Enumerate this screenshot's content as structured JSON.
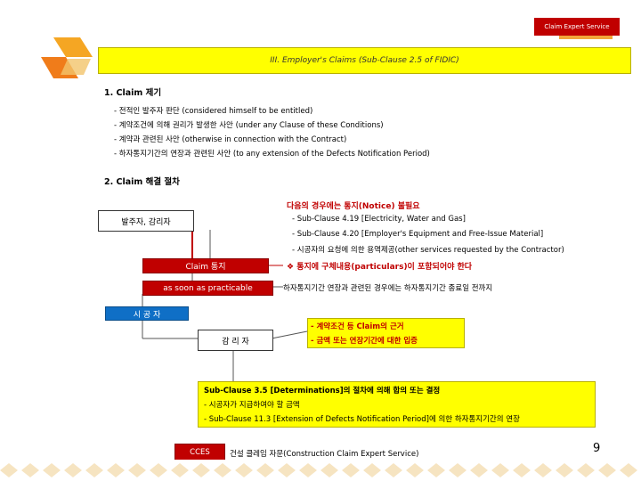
{
  "header": {
    "badge": "Claim Expert Service"
  },
  "title": "III.   Employer's Claims (Sub-Clause 2.5 of FIDIC)",
  "section1": {
    "heading": "1. Claim 제기",
    "items": [
      "- 전적인 발주자 판단 (considered himself to be entitled)",
      "- 계약조건에 의해 권리가 발생한 사안 (under any Clause of these Conditions)",
      "- 계약과 관련된 사안 (otherwise in connection with the Contract)",
      "- 하자통지기간의 연장과 관련된 사안 (to any extension of the Defects Notification Period)"
    ]
  },
  "section2": {
    "heading": "2. Claim 해결 절차",
    "notice_title": "다음의 경우에는 통지(Notice) 불필요",
    "notice_items": [
      "- Sub-Clause 4.19 [Electricity, Water and Gas]",
      "- Sub-Clause 4.20 [Employer's Equipment and Free-Issue Material]",
      "- 시공자의 요청에 의한 용역제공(other services requested by the Contractor)"
    ],
    "employer_box": "발주자, 감리자",
    "claim_notice_box": "Claim 통지",
    "particulars": "❖ 통지에 구체내용(particulars)이 포함되어야 한다",
    "asap_box": "as soon as practicable",
    "dnp_note": "하자통지기간 연장과 관련된 경우에는 하자통지기간 종료일 전까지",
    "contractor_box": "시 공 자",
    "engineer_box": "감 리 자",
    "engineer_notes": [
      "- 계약조건 등 Claim의 근거",
      "- 금액 또는 연장기간에 대한 입증"
    ],
    "determination": {
      "title": "Sub-Clause 3.5 [Determinations]의 절차에 의해 합의 또는 결정",
      "items": [
        "- 시공자가 지급하여야 할 금액",
        "- Sub-Clause 11.3 [Extension of Defects Notification Period]에 의한 하자통지기간의 연장"
      ]
    }
  },
  "footer": {
    "logo": "CCES",
    "text": "건설 클레임 자문(Construction Claim Expert Service)",
    "page_number": "9"
  },
  "colors": {
    "accent_red": "#c00000",
    "accent_orange": "#f2a43a",
    "yellow": "#ffff00"
  }
}
